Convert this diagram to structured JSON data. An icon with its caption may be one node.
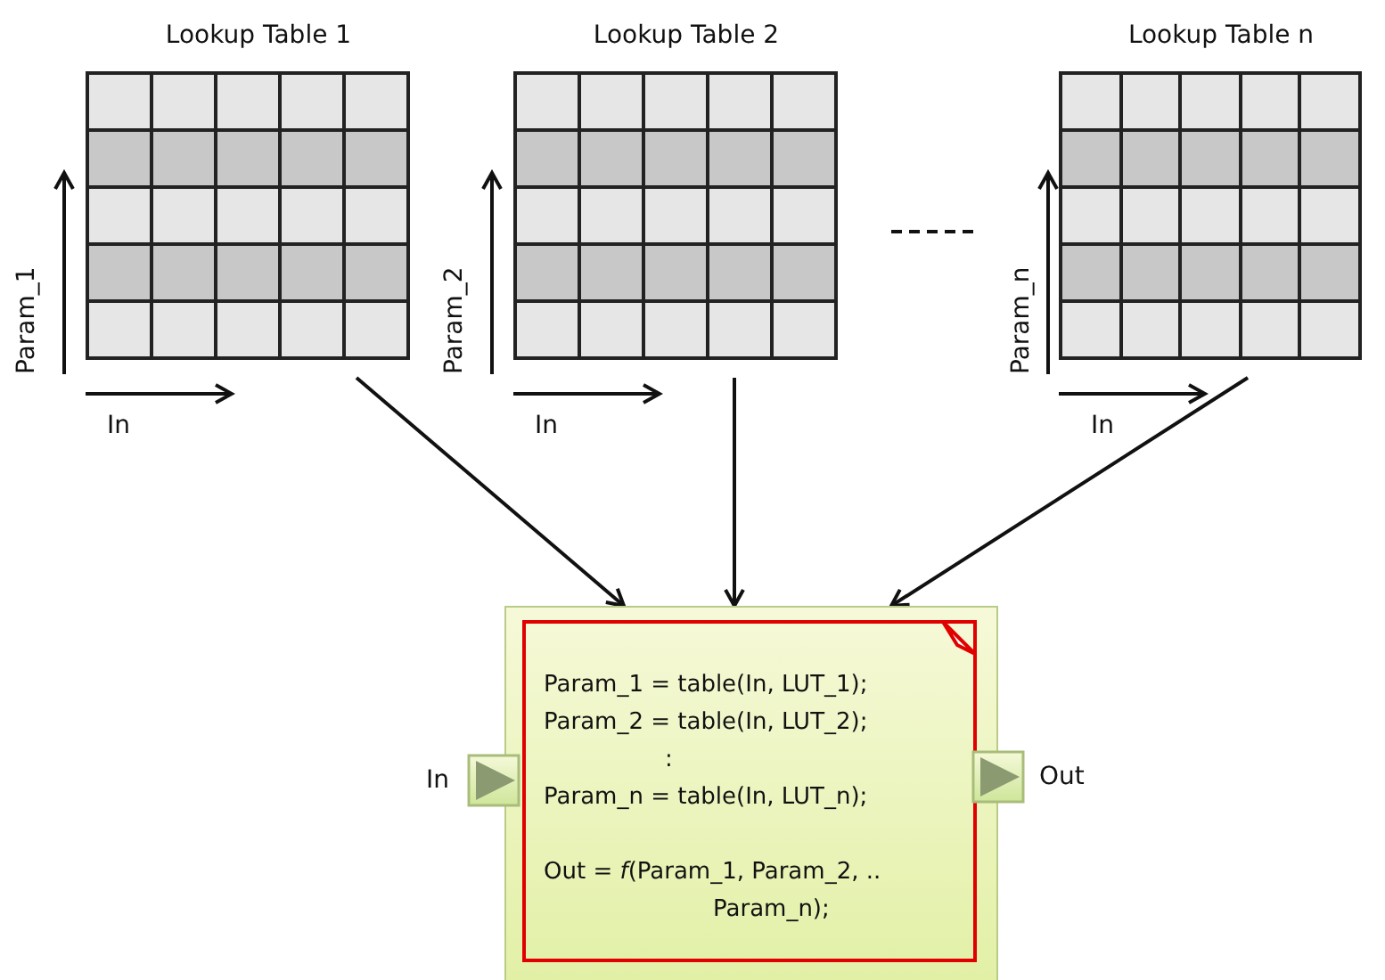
{
  "diagram": {
    "nodes": [
      {
        "text": [
          "Lookup Table 1"
        ]
      },
      {
        "text": [
          "Lookup Table 2"
        ]
      },
      {
        "text": [
          "Lookup Table n"
        ]
      },
      {
        "text": [
          "Param_1 = table(In, LUT_1);",
          "Param_2 = table(In, LUT_2);",
          ":",
          "Param_n = table(In, LUT_n);",
          "Out = *f*(Param_1, Param_2, .. Param_n);"
        ]
      },
      {
        "text": [],
        "shape": "triangle",
        "beside": [
          "In"
        ]
      },
      {
        "text": [],
        "shape": "triangle",
        "beside": [
          "Out"
        ]
      }
    ],
    "edges": [
      {
        "from": 0,
        "to": 3,
        "arrow": "to"
      },
      {
        "from": 1,
        "to": 3,
        "arrow": "to"
      },
      {
        "from": 2,
        "to": 3,
        "arrow": "to"
      }
    ],
    "labels": [
      "Param_1",
      "In",
      "Param_2",
      "In",
      "Param_n",
      "In"
    ]
  }
}
